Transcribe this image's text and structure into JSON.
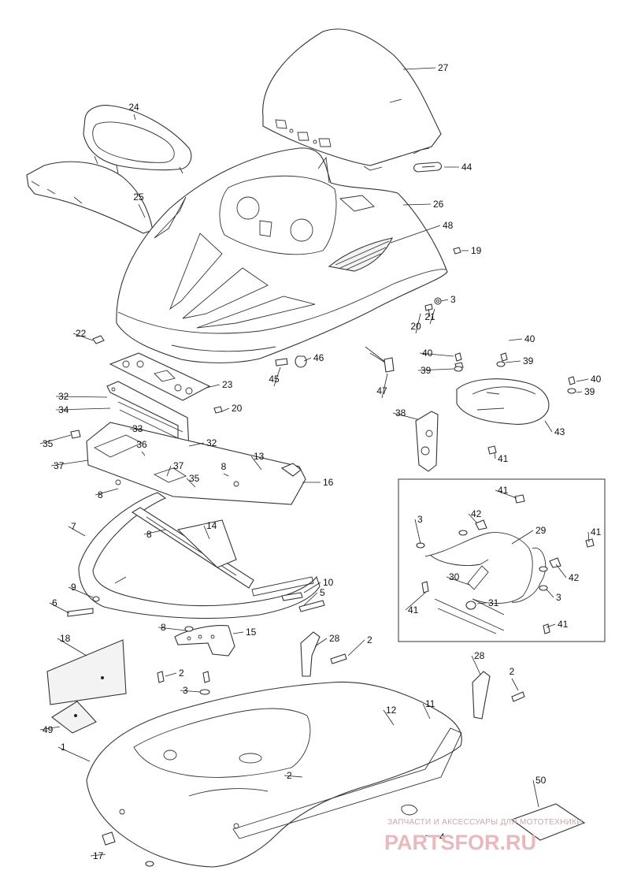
{
  "callouts": [
    {
      "n": "27"
    },
    {
      "n": "24"
    },
    {
      "n": "44"
    },
    {
      "n": "25"
    },
    {
      "n": "26"
    },
    {
      "n": "48"
    },
    {
      "n": "19"
    },
    {
      "n": "3"
    },
    {
      "n": "21"
    },
    {
      "n": "20"
    },
    {
      "n": "22"
    },
    {
      "n": "46"
    },
    {
      "n": "45"
    },
    {
      "n": "40"
    },
    {
      "n": "39"
    },
    {
      "n": "40"
    },
    {
      "n": "39"
    },
    {
      "n": "40"
    },
    {
      "n": "39"
    },
    {
      "n": "47"
    },
    {
      "n": "23"
    },
    {
      "n": "32"
    },
    {
      "n": "20"
    },
    {
      "n": "34"
    },
    {
      "n": "43"
    },
    {
      "n": "38"
    },
    {
      "n": "33"
    },
    {
      "n": "32"
    },
    {
      "n": "35"
    },
    {
      "n": "36"
    },
    {
      "n": "41"
    },
    {
      "n": "37"
    },
    {
      "n": "37"
    },
    {
      "n": "13"
    },
    {
      "n": "8"
    },
    {
      "n": "35"
    },
    {
      "n": "16"
    },
    {
      "n": "8"
    },
    {
      "n": "41"
    },
    {
      "n": "7"
    },
    {
      "n": "42"
    },
    {
      "n": "29"
    },
    {
      "n": "3"
    },
    {
      "n": "41"
    },
    {
      "n": "8"
    },
    {
      "n": "14"
    },
    {
      "n": "42"
    },
    {
      "n": "30"
    },
    {
      "n": "3"
    },
    {
      "n": "10"
    },
    {
      "n": "9"
    },
    {
      "n": "5"
    },
    {
      "n": "6"
    },
    {
      "n": "31"
    },
    {
      "n": "41"
    },
    {
      "n": "41"
    },
    {
      "n": "8"
    },
    {
      "n": "15"
    },
    {
      "n": "18"
    },
    {
      "n": "28"
    },
    {
      "n": "2"
    },
    {
      "n": "28"
    },
    {
      "n": "2"
    },
    {
      "n": "2"
    },
    {
      "n": "3"
    },
    {
      "n": "11"
    },
    {
      "n": "12"
    },
    {
      "n": "49"
    },
    {
      "n": "1"
    },
    {
      "n": "2"
    },
    {
      "n": "50"
    },
    {
      "n": "4"
    },
    {
      "n": "17"
    }
  ],
  "watermark": {
    "tagline": "ЗАПЧАСТИ И АКСЕССУАРЫ ДЛЯ МОТОТЕХНИКИ",
    "site": "PARTSFOR.RU"
  }
}
